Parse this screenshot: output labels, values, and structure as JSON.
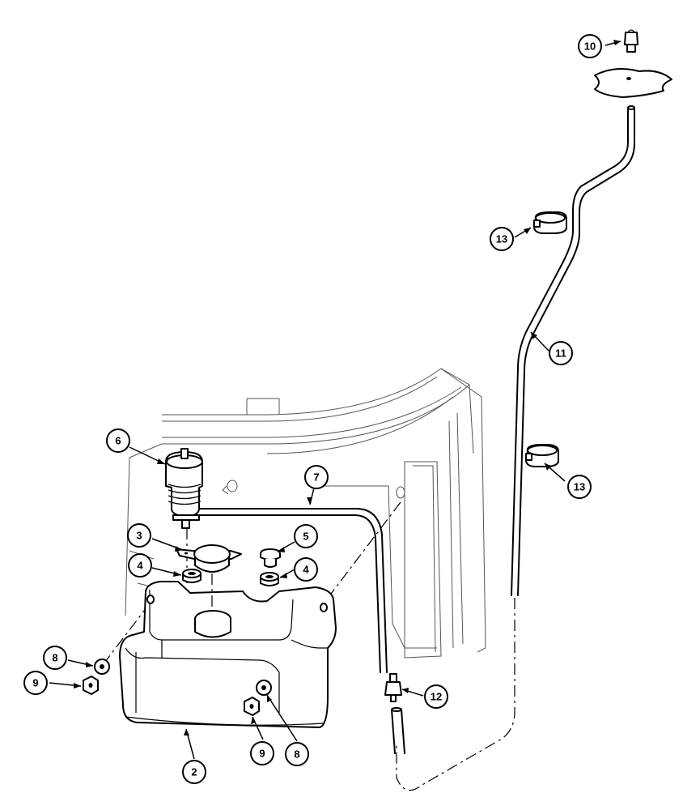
{
  "callouts": [
    {
      "id": "c10",
      "label": "10",
      "part": "nozzle"
    },
    {
      "id": "c13a",
      "label": "13",
      "part": "hose-clip-upper"
    },
    {
      "id": "c11",
      "label": "11",
      "part": "washer-hose-upper"
    },
    {
      "id": "c13b",
      "label": "13",
      "part": "hose-clip-lower"
    },
    {
      "id": "c6",
      "label": "6",
      "part": "washer-pump"
    },
    {
      "id": "c7",
      "label": "7",
      "part": "washer-hose"
    },
    {
      "id": "c3",
      "label": "3",
      "part": "reservoir-cap"
    },
    {
      "id": "c5",
      "label": "5",
      "part": "plug"
    },
    {
      "id": "c4a",
      "label": "4",
      "part": "grommet-left"
    },
    {
      "id": "c4b",
      "label": "4",
      "part": "grommet-right"
    },
    {
      "id": "c8a",
      "label": "8",
      "part": "washer-left"
    },
    {
      "id": "c9a",
      "label": "9",
      "part": "nut-left"
    },
    {
      "id": "c12",
      "label": "12",
      "part": "hose-connector"
    },
    {
      "id": "c9b",
      "label": "9",
      "part": "nut-bottom"
    },
    {
      "id": "c8b",
      "label": "8",
      "part": "washer-bottom"
    },
    {
      "id": "c2",
      "label": "2",
      "part": "reservoir"
    }
  ]
}
